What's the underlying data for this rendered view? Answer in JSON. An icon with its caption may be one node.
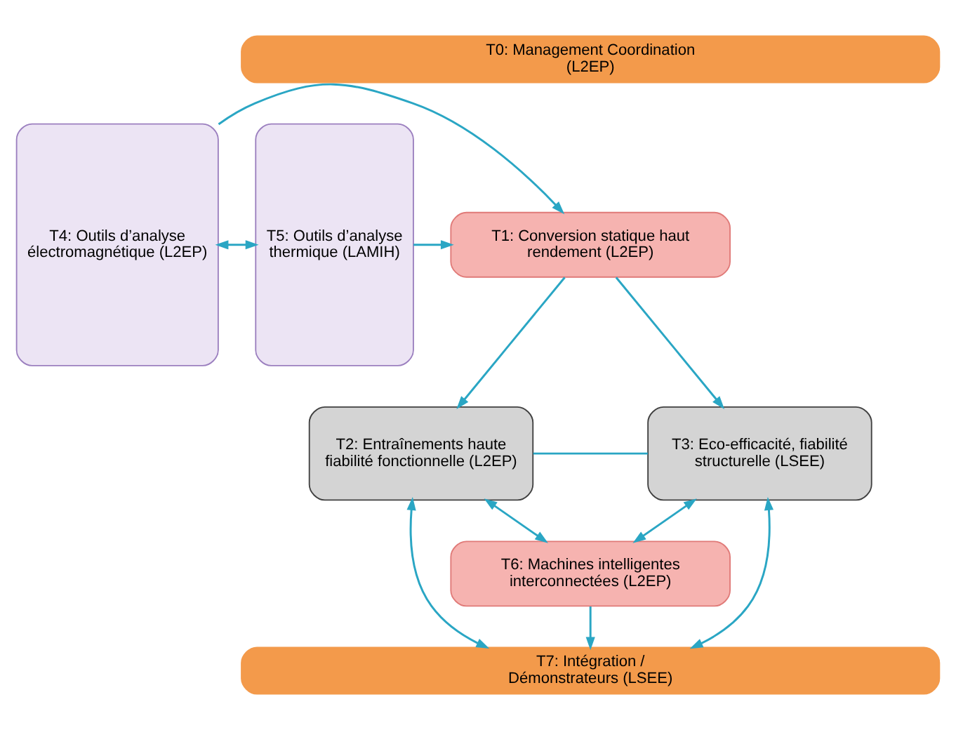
{
  "diagram": {
    "nodes": [
      {
        "text": [
          "T0: Management Coordination (L2EP)"
        ]
      },
      {
        "text": [
          "T4: Outils d’analyse électromagnétique (L2EP)"
        ]
      },
      {
        "text": [
          "T1: Conversion statique haut rendement (L2EP)"
        ]
      },
      {
        "text": [
          "T5: Outils d’analyse thermique (LAMIH)"
        ]
      },
      {
        "text": [
          "T2: Entraînements haute fiabilité fonctionnelle (L2EP)"
        ]
      },
      {
        "text": [
          "T3: Eco-efficacité, fiabilité structurelle (LSEE)"
        ]
      },
      {
        "text": [
          "T6: Machines intelligentes interconnectées (L2EP)"
        ]
      },
      {
        "text": [
          "T7: Intégration / Démonstrateurs (LSEE)"
        ]
      }
    ],
    "edges": [
      {
        "from": 1,
        "to": 3,
        "arrow": "both"
      },
      {
        "from": 1,
        "to": 2,
        "arrow": "to"
      },
      {
        "from": 3,
        "to": 2,
        "arrow": "to"
      },
      {
        "from": 2,
        "to": 4,
        "arrow": "to"
      },
      {
        "from": 2,
        "to": 5,
        "arrow": "to"
      },
      {
        "from": 4,
        "to": 5,
        "arrow": "none"
      },
      {
        "from": 4,
        "to": 6,
        "arrow": "both"
      },
      {
        "from": 5,
        "to": 6,
        "arrow": "both"
      },
      {
        "from": 6,
        "to": 7,
        "arrow": "to"
      },
      {
        "from": 4,
        "to": 7,
        "arrow": "both"
      },
      {
        "from": 5,
        "to": 7,
        "arrow": "both"
      }
    ]
  }
}
